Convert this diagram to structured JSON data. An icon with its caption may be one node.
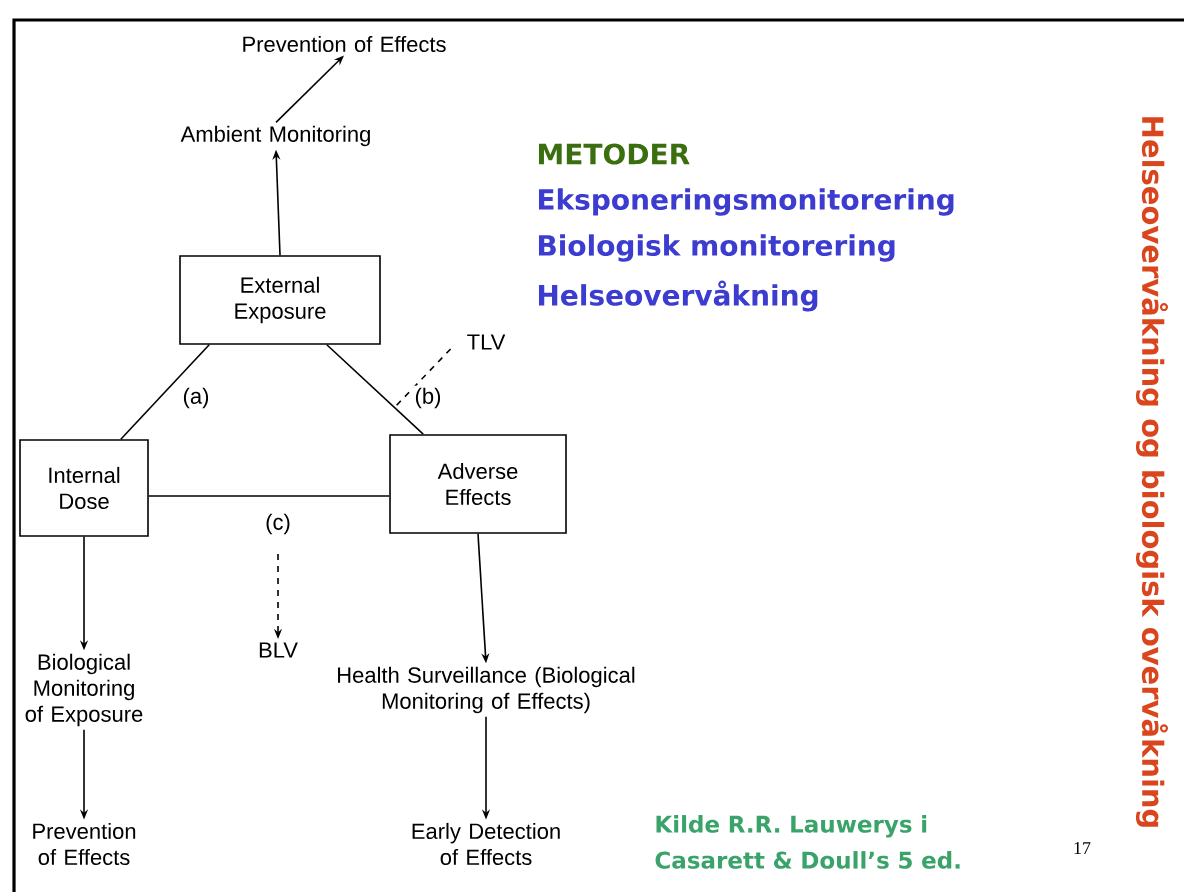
{
  "diagram": {
    "title": "Helseovervåkning og biologisk overvåkning",
    "nodes": [
      {
        "text": [
          "Prevention of Effects"
        ]
      },
      {
        "text": [
          "Ambient Monitoring"
        ]
      },
      {
        "text": [
          "External Exposure"
        ]
      },
      {
        "text": [
          "TLV"
        ]
      },
      {
        "text": [
          "Internal Dose"
        ]
      },
      {
        "text": [
          "Adverse Effects"
        ]
      },
      {
        "text": [
          "BLV"
        ]
      },
      {
        "text": [
          "Biological Monitoring of Exposure"
        ]
      },
      {
        "text": [
          "Health Surveillance (Biological Monitoring of Effects)"
        ]
      },
      {
        "text": [
          "Prevention of Effects"
        ]
      },
      {
        "text": [
          "Early Detection of Effects"
        ]
      }
    ],
    "edges": [
      {
        "from": 1,
        "to": 0,
        "arrow": "to"
      },
      {
        "from": 2,
        "to": 1,
        "arrow": "to"
      },
      {
        "from": 2,
        "to": 4,
        "arrow": "none",
        "label": "(a)"
      },
      {
        "from": 2,
        "to": 5,
        "arrow": "none",
        "label": "(b)"
      },
      {
        "from": 3,
        "to": null,
        "arrow": "none",
        "style": "dashed"
      },
      {
        "from": 4,
        "to": 5,
        "arrow": "none",
        "label": "(c)"
      },
      {
        "from": null,
        "to": 6,
        "arrow": "to",
        "style": "dashed"
      },
      {
        "from": 4,
        "to": 7,
        "arrow": "to"
      },
      {
        "from": 7,
        "to": 9,
        "arrow": "to"
      },
      {
        "from": 5,
        "to": 8,
        "arrow": "to"
      },
      {
        "from": 8,
        "to": 10,
        "arrow": "to"
      }
    ],
    "labels": [
      "METODER",
      "Eksponeringsmonitorering",
      "Biologisk monitorering",
      "Helseovervåkning",
      "Kilde R.R. Lauwerys i Casarett & Doull’s 5 ed.",
      "17"
    ]
  }
}
